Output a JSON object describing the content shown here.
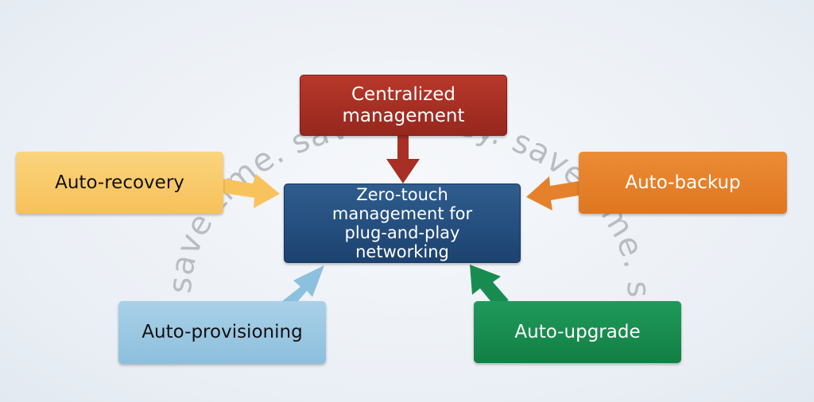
{
  "diagram": {
    "ring_text": "save time. save money. save time. save money. save t",
    "center": {
      "lines": [
        "Zero-touch",
        "management for",
        "plug-and-play",
        "networking"
      ]
    },
    "nodes": {
      "top": {
        "lines": [
          "Centralized",
          "management"
        ],
        "color": "#a82f24"
      },
      "left": {
        "lines": [
          "Auto-recovery"
        ],
        "color": "#f8ca66"
      },
      "right": {
        "lines": [
          "Auto-backup"
        ],
        "color": "#e5812a"
      },
      "bottom_left": {
        "lines": [
          "Auto-provisioning"
        ],
        "color": "#9ac8e2"
      },
      "bottom_right": {
        "lines": [
          "Auto-upgrade"
        ],
        "color": "#188c50"
      }
    },
    "arrow_colors": {
      "top": "#a82f24",
      "left": "#f8c35c",
      "right": "#e5812a",
      "bottom_left": "#8cc1dd",
      "bottom_right": "#188c50"
    },
    "center_color": "#254f80"
  }
}
